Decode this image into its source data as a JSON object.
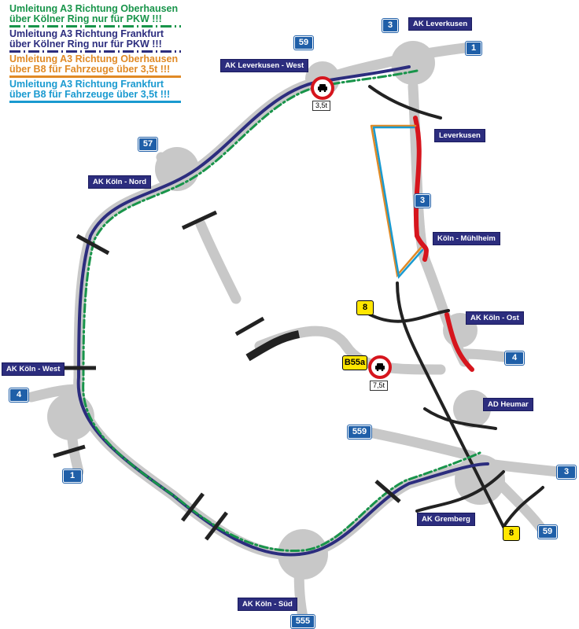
{
  "legend": [
    {
      "line1": "Umleitung A3 Richtung Oberhausen",
      "line2": "über Kölner Ring nur für PKW !!!",
      "color": "#18944a"
    },
    {
      "line1": "Umleitung A3 Richtung Frankfurt",
      "line2": "über Kölner Ring nur für PKW !!!",
      "color": "#2c2d7e"
    },
    {
      "line1": "Umleitung A3 Richtung Oberhausen",
      "line2": "über B8 für Fahrzeuge über 3,5t !!!",
      "color": "#e08a26"
    },
    {
      "line1": "Umleitung A3 Richtung Frankfurt",
      "line2": "über B8 für Fahrzeuge über 3,5t !!!",
      "color": "#1a9ad0"
    }
  ],
  "places": {
    "ak_leverkusen": "AK Leverkusen",
    "ak_leverkusen_west": "AK Leverkusen - West",
    "leverkusen": "Leverkusen",
    "ak_koeln_nord": "AK Köln - Nord",
    "koeln_muehlheim": "Köln - Mühlheim",
    "ak_koeln_ost": "AK Köln - Ost",
    "ak_koeln_west": "AK Köln - West",
    "ad_heumar": "AD Heumar",
    "ak_gremberg": "AK Gremberg",
    "ak_koeln_sued": "AK Köln - Süd"
  },
  "shields": {
    "a3_top": "3",
    "a1_top": "1",
    "a59_top": "59",
    "a57": "57",
    "a3_mid": "3",
    "a4_east": "4",
    "a4_west": "4",
    "a1_bottom": "1",
    "a559": "559",
    "a3_east": "3",
    "a59_bottom": "59",
    "a555": "555",
    "b8_top": "8",
    "b8_bottom": "8",
    "b55a": "B55a"
  },
  "signs": {
    "weight_limit_1": "3,5t",
    "weight_limit_2": "7,5t"
  },
  "colors": {
    "green": "#18944a",
    "navy": "#2c2d7e",
    "orange": "#e08a26",
    "cyan": "#1a9ad0",
    "red": "#d6151d",
    "road": "#c8c8c8",
    "black": "#222222"
  }
}
